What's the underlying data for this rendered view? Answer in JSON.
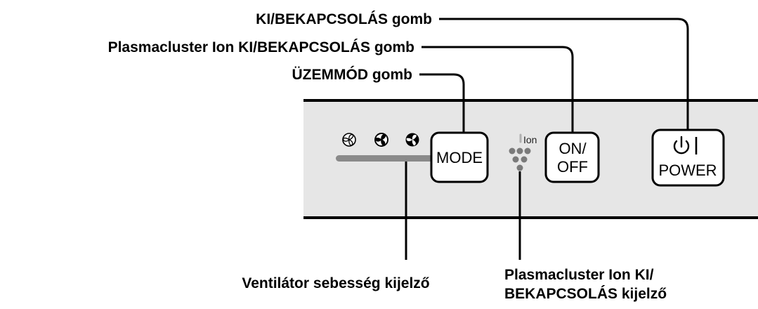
{
  "callouts": {
    "power_button": "KI/BEKAPCSOLÁS gomb",
    "ion_button": "Plasmacluster Ion KI/BEKAPCSOLÁS gomb",
    "mode_button": "ÜZEMMÓD gomb",
    "fan_speed_display": "Ventilátor sebesség kijelző",
    "ion_display_line1": "Plasmacluster Ion KI/",
    "ion_display_line2": "BEKAPCSOLÁS kijelző"
  },
  "panel": {
    "mode_label": "MODE",
    "onoff_line1": "ON/",
    "onoff_line2": "OFF",
    "ion_indicator_label": "Ion",
    "power_label": "POWER"
  },
  "colors": {
    "panel_bg": "#e6e6e6",
    "fan_bar": "#8a8a8a",
    "ion_dots": "#7a7a7a",
    "ion_tip": "#b0b0b0",
    "line": "#000000"
  },
  "icons": [
    "fan-low-icon",
    "fan-medium-icon",
    "fan-high-icon",
    "plasmacluster-ion-icon",
    "power-symbol-icon"
  ]
}
